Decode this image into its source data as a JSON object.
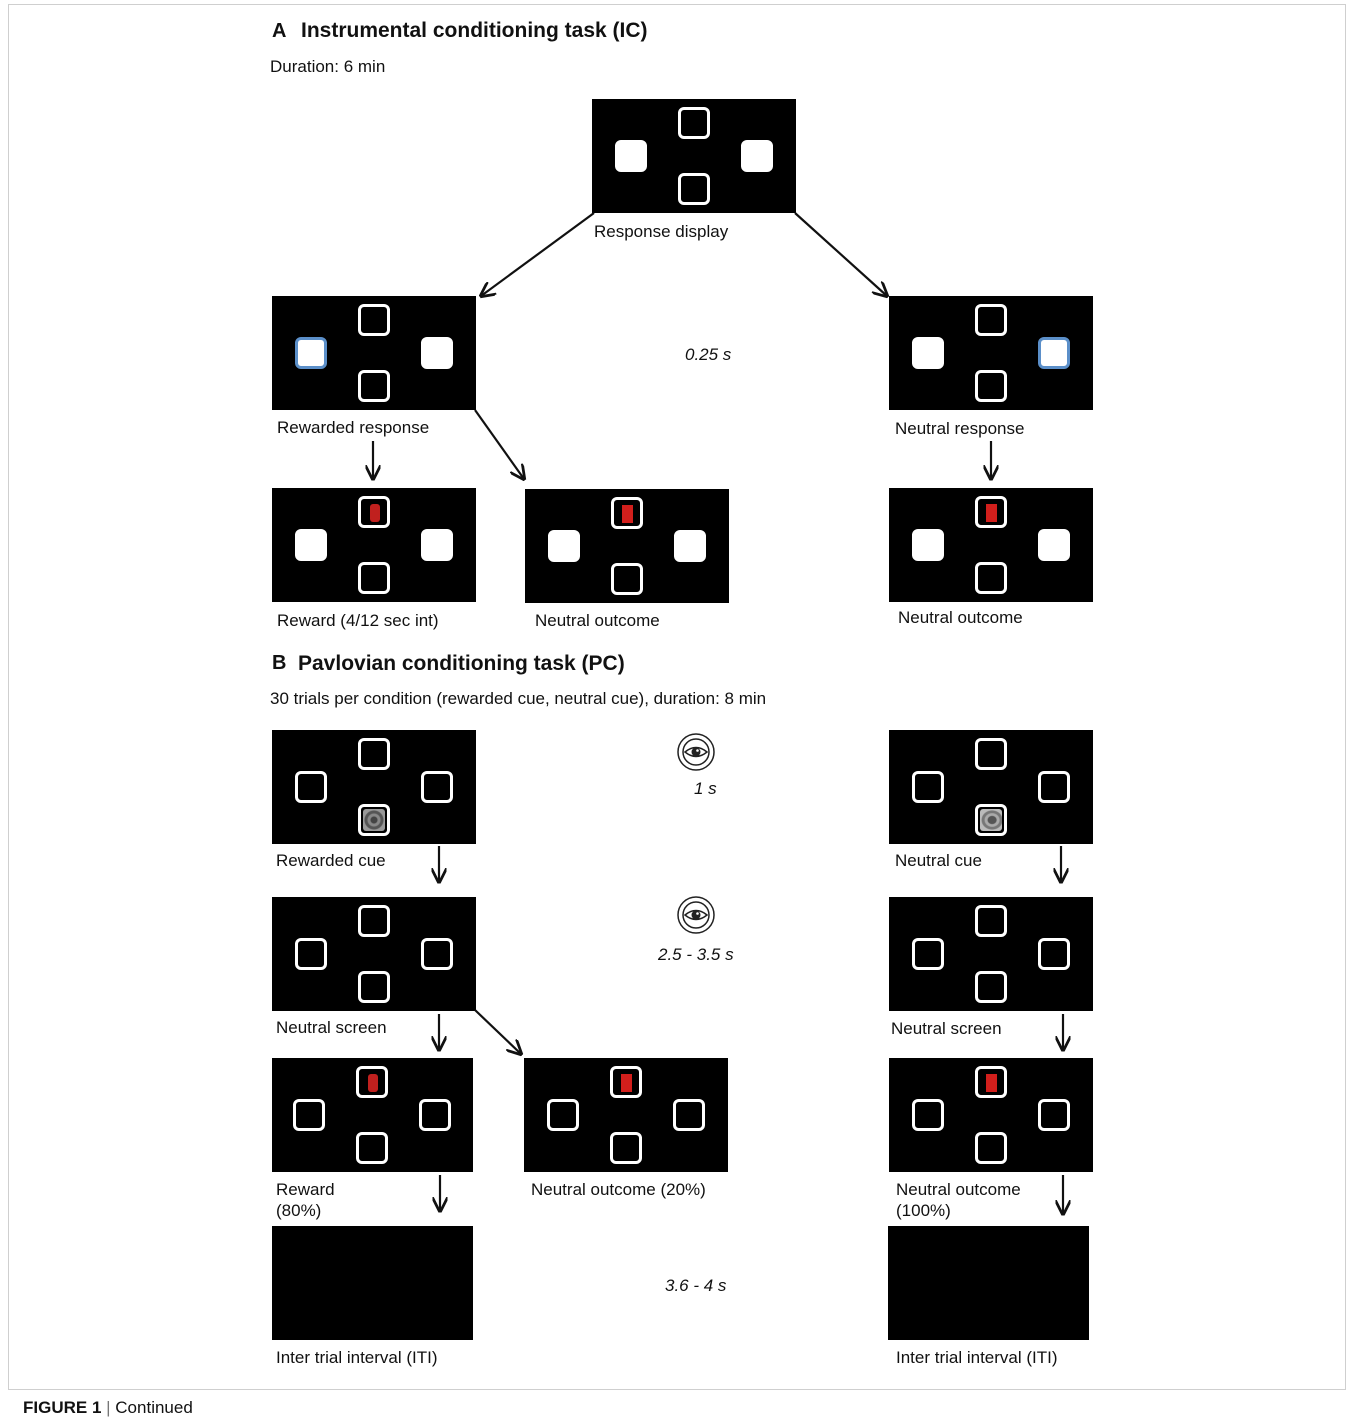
{
  "panel_a": {
    "letter": "A",
    "title": "Instrumental conditioning task (IC)",
    "duration": "Duration: 6 min",
    "timing": "0.25 s",
    "labels": {
      "response_display": "Response display",
      "rewarded_response": "Rewarded response",
      "neutral_response": "Neutral response",
      "reward": "Reward (4/12 sec int)",
      "neutral_outcome_mid": "Neutral outcome",
      "neutral_outcome_right": "Neutral outcome"
    }
  },
  "panel_b": {
    "letter": "B",
    "title": "Pavlovian conditioning task (PC)",
    "subtitle": "30 trials per condition (rewarded cue, neutral cue), duration: 8 min",
    "timings": {
      "cue": "1 s",
      "neutral_screen": "2.5 - 3.5 s",
      "iti": "3.6 - 4 s"
    },
    "labels": {
      "rewarded_cue": "Rewarded cue",
      "neutral_cue": "Neutral cue",
      "neutral_screen_left": "Neutral screen",
      "neutral_screen_right": "Neutral screen",
      "reward_line1": "Reward",
      "reward_line2": "(80%)",
      "neutral_outcome_20": "Neutral outcome (20%)",
      "neutral_outcome_100_line1": "Neutral outcome",
      "neutral_outcome_100_line2": "(100%)",
      "iti_left": "Inter trial interval (ITI)",
      "iti_right": "Inter trial interval (ITI)"
    }
  },
  "figure_caption": {
    "label": "FIGURE 1",
    "separator": " | ",
    "text": "Continued"
  },
  "icons": [
    "eye-target-icon",
    "down-arrow-icon",
    "diagonal-arrow-icon"
  ],
  "colors": {
    "screen": "#000000",
    "response_box": "#ffffff",
    "selected_box_border": "#5b8fc9",
    "outcome_red": "#c0201e"
  }
}
